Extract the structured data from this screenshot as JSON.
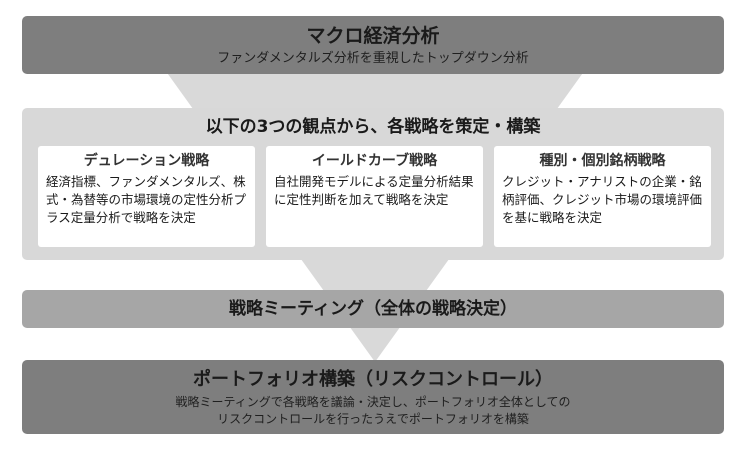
{
  "top": {
    "title": "マクロ経済分析",
    "subtitle": "ファンダメンタルズ分析を重視したトップダウン分析"
  },
  "middle": {
    "title": "以下の3つの観点から、各戦略を策定・構築",
    "cards": [
      {
        "title": "デュレーション戦略",
        "body": "経済指標、ファンダメンタルズ、株式・為替等の市場環境の定性分析プラス定量分析で戦略を決定"
      },
      {
        "title": "イールドカーブ戦略",
        "body": "自社開発モデルによる定量分析結果に定性判断を加えて戦略を決定"
      },
      {
        "title": "種別・個別銘柄戦略",
        "body": "クレジット・アナリストの企業・銘柄評価、クレジット市場の環境評価を基に戦略を決定"
      }
    ]
  },
  "meeting": {
    "title": "戦略ミーティング（全体の戦略決定）"
  },
  "portfolio": {
    "title": "ポートフォリオ構築（リスクコントロール）",
    "line1": "戦略ミーティングで各戦略を議論・決定し、ポートフォリオ全体としての",
    "line2": "リスクコントロールを行ったうえでポートフォリオを構築"
  },
  "colors": {
    "dark_box": "#7e7e7e",
    "mid_box": "#a6a6a6",
    "light_box": "#d8d8d8",
    "funnel": "#d9d9d9"
  }
}
